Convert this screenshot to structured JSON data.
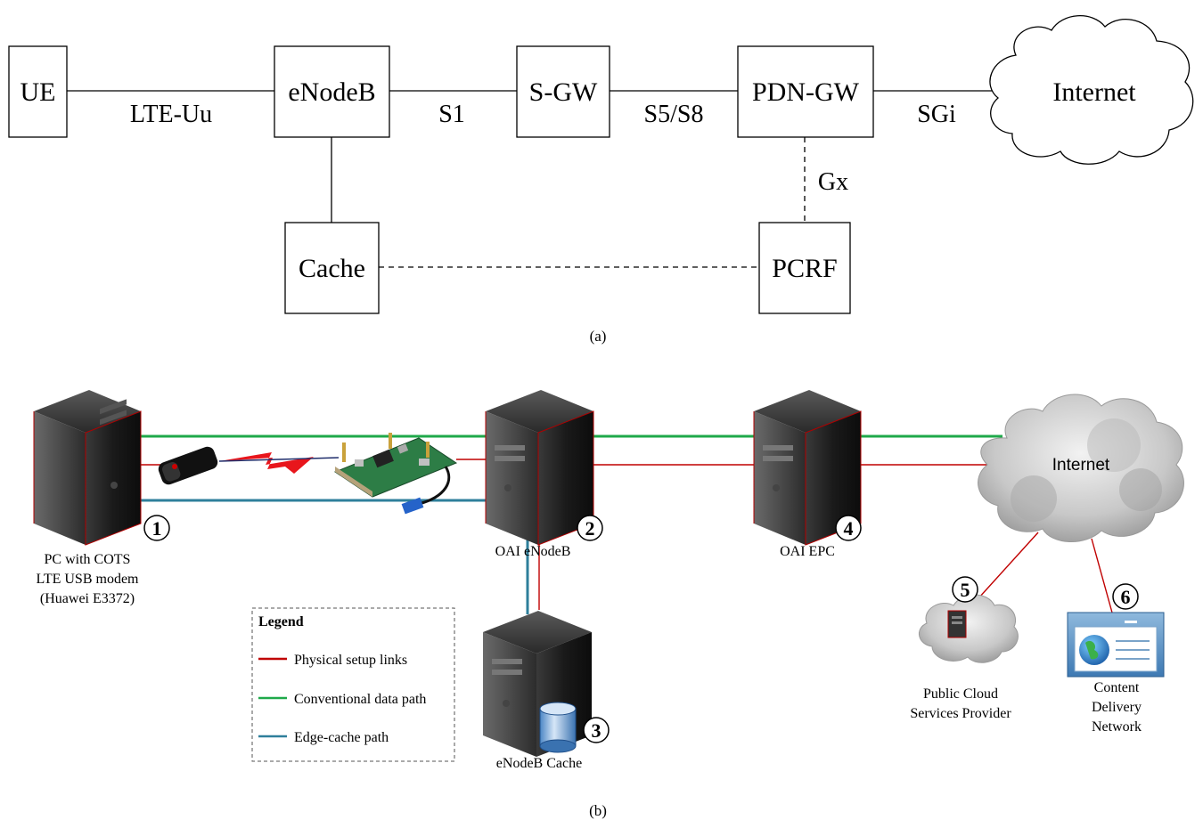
{
  "diagram_a": {
    "nodes": {
      "ue": "UE",
      "enodeb": "eNodeB",
      "sgw": "S-GW",
      "pdngw": "PDN-GW",
      "internet": "Internet",
      "cache": "Cache",
      "pcrf": "PCRF"
    },
    "links": {
      "lte_uu": "LTE-Uu",
      "s1": "S1",
      "s5s8": "S5/S8",
      "sgi": "SGi",
      "gx": "Gx"
    },
    "caption": "(a)"
  },
  "diagram_b": {
    "pc": {
      "line1": "PC with COTS",
      "line2": "LTE USB modem",
      "line3": "(Huawei E3372)",
      "number": "1"
    },
    "enodeb": {
      "label": "OAI eNodeB",
      "number": "2"
    },
    "cache": {
      "label": "eNodeB Cache",
      "number": "3"
    },
    "epc": {
      "label": "OAI EPC",
      "number": "4"
    },
    "internet": {
      "label": "Internet"
    },
    "cloud_provider": {
      "line1": "Public Cloud",
      "line2": "Services Provider",
      "number": "5"
    },
    "cdn": {
      "line1": "Content",
      "line2": "Delivery",
      "line3": "Network",
      "number": "6"
    },
    "legend": {
      "title": "Legend",
      "items": [
        {
          "label": "Physical setup links",
          "color": "#c00000"
        },
        {
          "label": "Conventional data path",
          "color": "#1fa94a"
        },
        {
          "label": "Edge-cache path",
          "color": "#2e7f9b"
        }
      ]
    },
    "caption": "(b)"
  },
  "colors": {
    "physical": "#c00000",
    "conventional": "#1fa94a",
    "edge_cache": "#2e7f9b"
  }
}
